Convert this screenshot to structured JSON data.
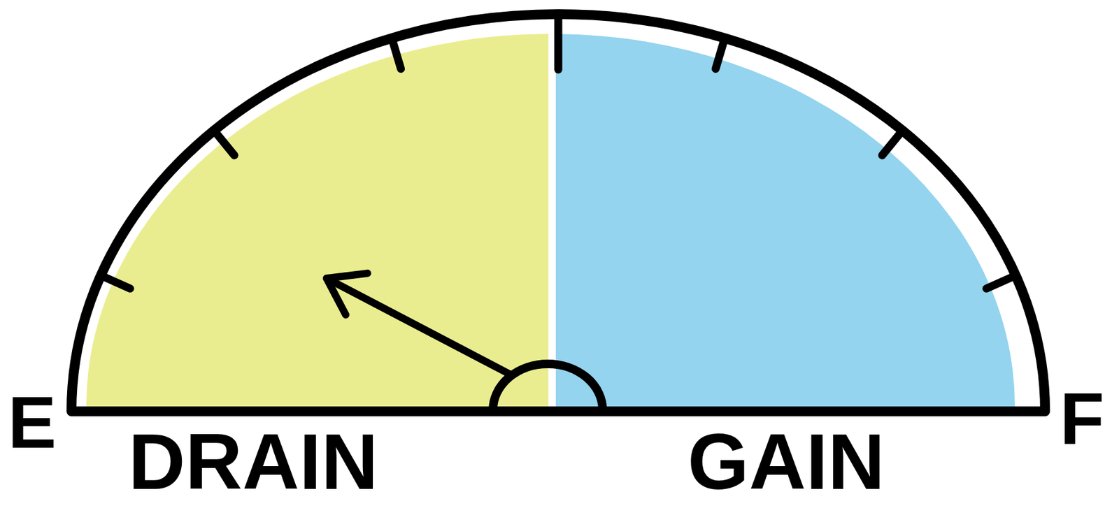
{
  "diagram": {
    "labels": [
      "E",
      "DRAIN",
      "GAIN",
      "F"
    ]
  }
}
